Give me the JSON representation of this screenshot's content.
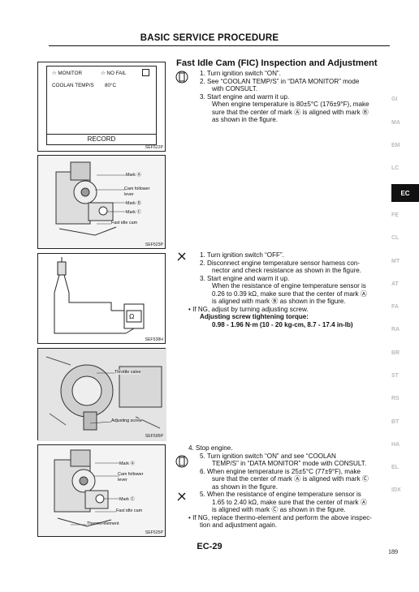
{
  "header": {
    "title": "BASIC SERVICE PROCEDURE"
  },
  "section": {
    "title": "Fast Idle Cam (FIC) Inspection and Adjustment"
  },
  "figures": {
    "fig1": {
      "monitor_label": "☆ MONITOR",
      "status_label": "☆ NO FAIL",
      "coolant_label": "COOLAN TEMP/S",
      "coolant_value": "80°C",
      "record_button": "RECORD",
      "code": "SEF522P"
    },
    "fig2": {
      "mark_a": "Mark Ⓐ",
      "cam_follower_1": "Cam follower",
      "cam_follower_2": "lever",
      "mark_b": "Mark Ⓑ",
      "mark_c": "Mark Ⓒ",
      "fast_idle": "Fast idle cam",
      "code": "SEF523P"
    },
    "fig3": {
      "ohm": "Ω",
      "code": "SEF538H"
    },
    "fig4": {
      "throttle": "Throttle valve",
      "adjusting": "Adjusting screw",
      "code": "SEF595P"
    },
    "fig5": {
      "mark_a": "Mark Ⓐ",
      "cam_follower_1": "Cam follower",
      "cam_follower_2": "lever",
      "mark_c": "Mark Ⓒ",
      "fast_idle": "Fast idle cam",
      "thermo": "Thermo-element",
      "code": "SEF525P"
    }
  },
  "steps1": {
    "l1": "1.  Turn ignition switch “ON”.",
    "l2": "2.  See “COOLAN TEMP/S” in “DATA MONITOR” mode",
    "l3": "with CONSULT.",
    "l4": "3.  Start engine and warm it up.",
    "l5": "When engine temperature is 80±5°C (176±9°F), make",
    "l6": "sure that the center of mark Ⓐ is aligned with mark Ⓑ",
    "l7": "as shown in the figure."
  },
  "steps2": {
    "l1": "1.  Turn ignition switch “OFF”.",
    "l2": "2.  Disconnect engine temperature sensor harness con-",
    "l3": "nector and check resistance as shown in the figure.",
    "l4": "3.  Start engine and warm it up.",
    "l5": "When the resistance of engine temperature sensor is",
    "l6": "0.26 to 0.39 kΩ, make sure that the center of mark Ⓐ",
    "l7": "is aligned with mark Ⓑ as shown in the figure.",
    "l8": "•   If NG, adjust by turning adjusting screw.",
    "l9": "Adjusting screw tightening torque:",
    "l10": "0.98 - 1.96 N·m (10 - 20 kg-cm, 8.7 - 17.4 in-lb)"
  },
  "steps3": {
    "l1": "4.  Stop engine.",
    "l2": "5.  Turn  ignition  switch  “ON”  and  see  “COOLAN",
    "l3": "TEMP/S” in “DATA MONITOR” mode with CONSULT.",
    "l4": "6.  When engine temperature is 25±5°C (77±9°F), make",
    "l5": "sure that the center of mark Ⓐ is aligned with mark Ⓒ",
    "l6": "as shown in the figure.",
    "l7": "5.  When the resistance of engine temperature sensor is",
    "l8": "1.65 to 2.40 kΩ, make sure that the center of mark Ⓐ",
    "l9": "is aligned with mark Ⓒ as shown in the figure.",
    "l10": "•   If NG, replace thermo-element and perform the above inspec-",
    "l11": "tion and adjustment again."
  },
  "side_index": [
    "GI",
    "MA",
    "EM",
    "LC",
    "EC",
    "FE",
    "CL",
    "MT",
    "AT",
    "FA",
    "RA",
    "BR",
    "ST",
    "RS",
    "BT",
    "HA",
    "EL",
    "IDX"
  ],
  "active_tab": "EC",
  "footer": {
    "page_code": "EC-29",
    "page_number": "189"
  }
}
